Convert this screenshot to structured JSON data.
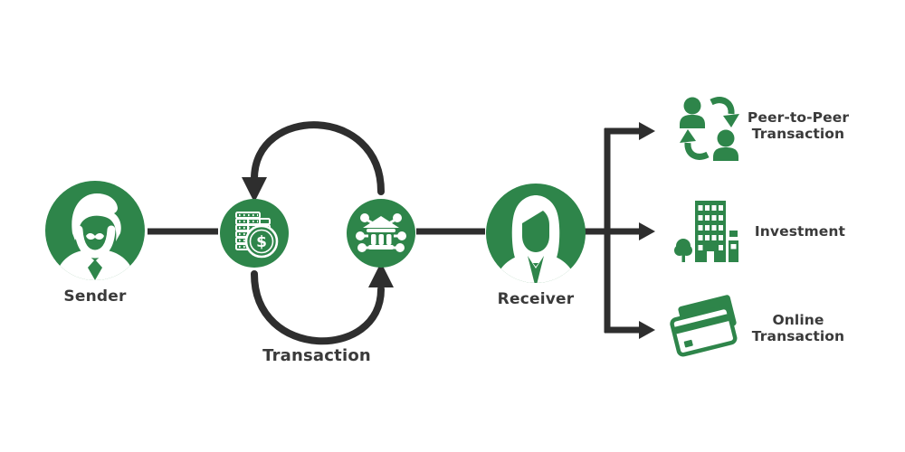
{
  "colors": {
    "green": "#2e854a",
    "line_dark": "#2e2e2e",
    "text_dark": "#3a3a3a",
    "background": "#ffffff"
  },
  "nodes": {
    "sender": {
      "label": "Sender",
      "icon": "man-avatar-icon"
    },
    "coins": {
      "icon": "money-coins-icon",
      "dollar_sign": "$"
    },
    "network": {
      "icon": "bank-network-icon"
    },
    "receiver": {
      "label": "Receiver",
      "icon": "woman-avatar-icon"
    },
    "transaction": {
      "label": "Transaction"
    }
  },
  "outcomes": [
    {
      "icon": "peer-to-peer-icon",
      "line1": "Peer-to-Peer",
      "line2": "Transaction"
    },
    {
      "icon": "investment-building-icon",
      "line1": "Investment",
      "line2": ""
    },
    {
      "icon": "credit-cards-icon",
      "line1": "Online",
      "line2": "Transaction"
    }
  ]
}
